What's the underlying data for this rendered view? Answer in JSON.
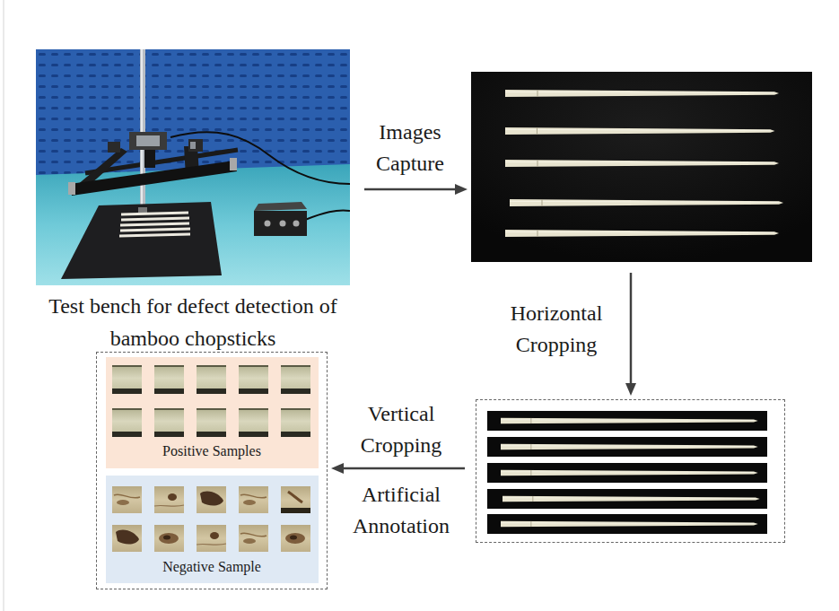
{
  "diagram": {
    "nodes": [
      {
        "text": [
          "Test bench for defect detection of bamboo chopsticks"
        ]
      },
      {
        "text": []
      },
      {
        "text": []
      },
      {
        "text": []
      },
      {
        "text": [
          "Positive Samples"
        ],
        "in": 3
      },
      {
        "text": [
          "Negative Sample"
        ],
        "in": 3
      }
    ],
    "edges": [
      {
        "from": 0,
        "to": 1,
        "arrow": "to",
        "label": "Images Capture"
      },
      {
        "from": 1,
        "to": 2,
        "arrow": "to",
        "label": "Horizontal Cropping"
      },
      {
        "from": 2,
        "to": 3,
        "arrow": "to",
        "label": "Vertical Cropping"
      }
    ],
    "labels": [
      "Artificial Annotation"
    ]
  }
}
